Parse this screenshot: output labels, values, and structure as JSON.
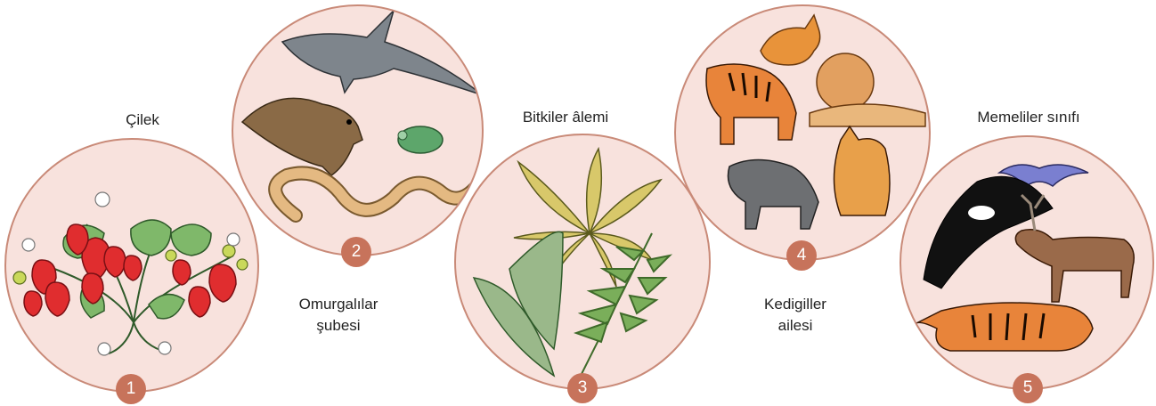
{
  "colors": {
    "circle_fill": "#f8e2dd",
    "circle_stroke": "#c98a78",
    "badge": "#c7735b"
  },
  "steps": [
    {
      "number": "1",
      "label": "Çilek",
      "illustration": "strawberry-plant-icon"
    },
    {
      "number": "2",
      "label_lines": [
        "Omurgalılar",
        "şubesi"
      ],
      "illustration": "vertebrates-icon"
    },
    {
      "number": "3",
      "label": "Bitkiler âlemi",
      "illustration": "plants-icon"
    },
    {
      "number": "4",
      "label_lines": [
        "Kedigiller",
        "ailesi"
      ],
      "illustration": "felines-icon"
    },
    {
      "number": "5",
      "label": "Memeliler sınıfı",
      "illustration": "mammals-icon"
    }
  ]
}
